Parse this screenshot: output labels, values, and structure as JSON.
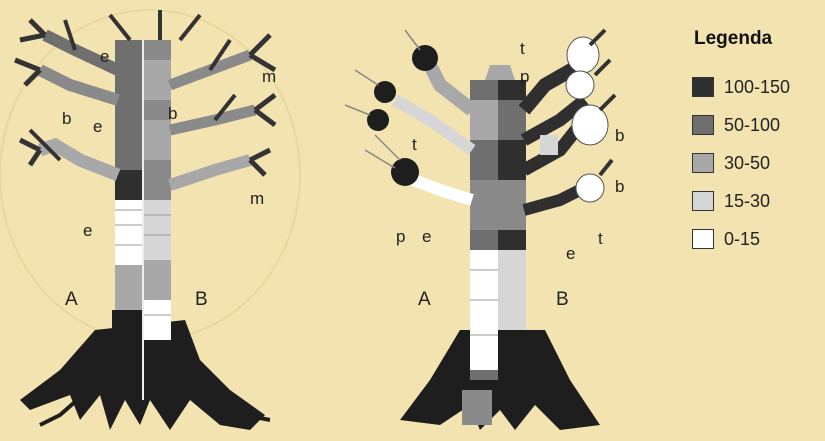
{
  "legend": {
    "title": "Legenda",
    "items": [
      {
        "label": "100-150",
        "color": "#2f2f2f"
      },
      {
        "label": "50-100",
        "color": "#6f6f6f"
      },
      {
        "label": "30-50",
        "color": "#a8a8a8"
      },
      {
        "label": "15-30",
        "color": "#d6d6d6"
      },
      {
        "label": "0-15",
        "color": "#ffffff"
      }
    ]
  },
  "tree1": {
    "side_a": "A",
    "side_b": "B",
    "labels": [
      "e",
      "e",
      "b",
      "b",
      "m",
      "m",
      "e"
    ]
  },
  "tree2": {
    "side_a": "A",
    "side_b": "B",
    "labels": [
      "t",
      "p",
      "t",
      "b",
      "b",
      "t",
      "p",
      "e",
      "e"
    ]
  }
}
